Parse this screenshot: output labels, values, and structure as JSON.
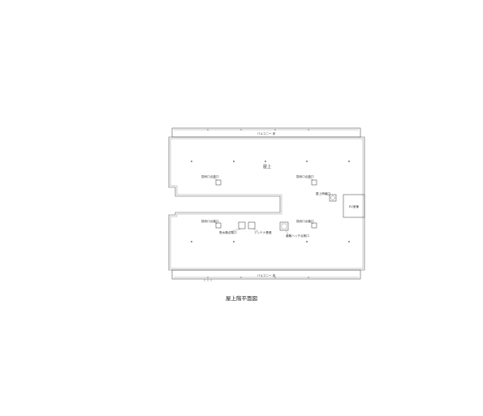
{
  "drawing": {
    "caption": "屋上階平面図",
    "room_label": "屋上",
    "balcony_top": "バルコニー 床",
    "balcony_bottom": "バルコニー 床",
    "ev_hall": "EV室棟",
    "equipment": {
      "vent_top_left": "換気口点検口",
      "vent_top_right": "換気口点検口",
      "vent_bottom_left": "換気口点検口",
      "vent_bottom_right": "換気口点検口",
      "water_tank": "受水槽点検口",
      "antenna": "アンテナ基礎",
      "roof_drain": "屋上伸縮口",
      "hatch": "避難ハッチ点検口"
    }
  },
  "colors": {
    "line": "#555555",
    "text": "#333333"
  }
}
